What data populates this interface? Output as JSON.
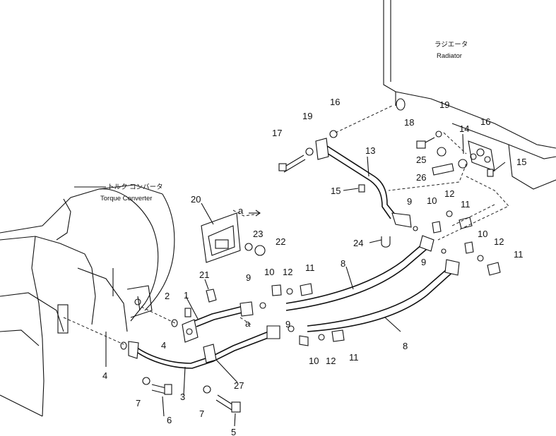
{
  "labels": {
    "radiator_jp": "ラジエータ",
    "radiator_en": "Radiator",
    "torque_converter_jp": "トルク コンバータ",
    "torque_converter_en": "Torque Converter"
  },
  "callouts": {
    "c1": "1",
    "c2": "2",
    "c3": "3",
    "c4a": "4",
    "c4b": "4",
    "c5": "5",
    "c6": "6",
    "c7a": "7",
    "c7b": "7",
    "c8a": "8",
    "c8b": "8",
    "c9a": "9",
    "c9b": "9",
    "c9c": "9",
    "c9d": "9",
    "c10a": "10",
    "c10b": "10",
    "c10c": "10",
    "c10d": "10",
    "c11a": "11",
    "c11b": "11",
    "c11c": "11",
    "c11d": "11",
    "c12a": "12",
    "c12b": "12",
    "c12c": "12",
    "c12d": "12",
    "c13": "13",
    "c14": "14",
    "c15a": "15",
    "c15b": "15",
    "c16a": "16",
    "c16b": "16",
    "c17": "17",
    "c18": "18",
    "c19a": "19",
    "c19b": "19",
    "c20": "20",
    "c21": "21",
    "c22": "22",
    "c23": "23",
    "c24": "24",
    "c25": "25",
    "c26": "26",
    "c27": "27",
    "ref_a1": "a",
    "ref_a2": "a"
  }
}
